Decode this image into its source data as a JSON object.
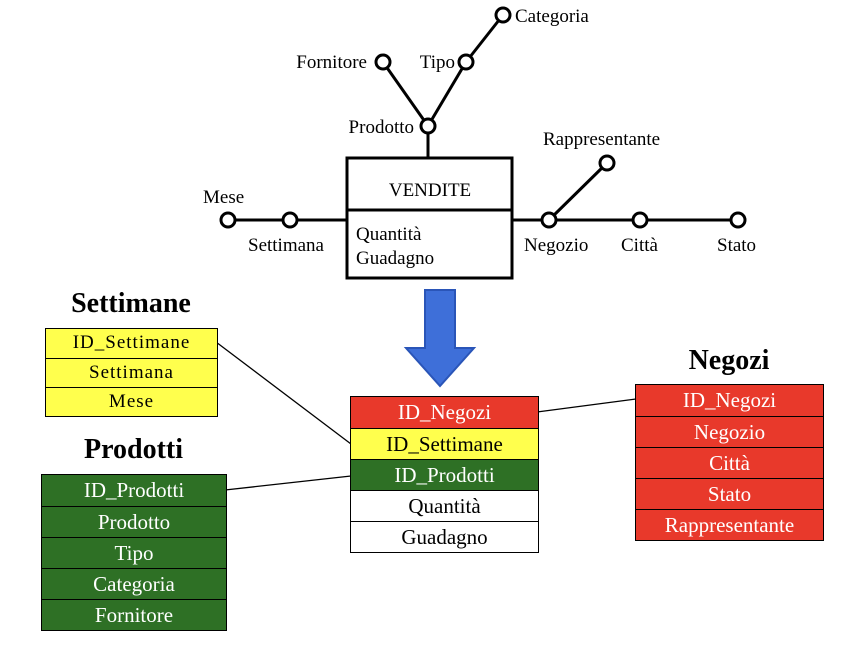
{
  "colors": {
    "yellow": "#ffff4d",
    "green": "#2e7025",
    "red": "#e8392b",
    "white": "#ffffff",
    "arrow": "#3e6fd9",
    "arrow_stroke": "#2a55b8"
  },
  "star": {
    "fact_name": "VENDITE",
    "measures": [
      "Quantità",
      "Guadagno"
    ],
    "attributes": {
      "mese": "Mese",
      "settimana": "Settimana",
      "prodotto": "Prodotto",
      "fornitore": "Fornitore",
      "tipo": "Tipo",
      "categoria": "Categoria",
      "negozio": "Negozio",
      "citta": "Città",
      "stato": "Stato",
      "rappresentante": "Rappresentante"
    }
  },
  "tables": {
    "settimane": {
      "title": "Settimane",
      "rows": [
        "ID_Settimane",
        "Settimana",
        "Mese"
      ]
    },
    "prodotti": {
      "title": "Prodotti",
      "rows": [
        "ID_Prodotti",
        "Prodotto",
        "Tipo",
        "Categoria",
        "Fornitore"
      ]
    },
    "negozi": {
      "title": "Negozi",
      "rows": [
        "ID_Negozi",
        "Negozio",
        "Città",
        "Stato",
        "Rappresentante"
      ]
    },
    "vendite": {
      "rows": [
        "ID_Negozi",
        "ID_Settimane",
        "ID_Prodotti",
        "Quantità",
        "Guadagno"
      ]
    }
  }
}
